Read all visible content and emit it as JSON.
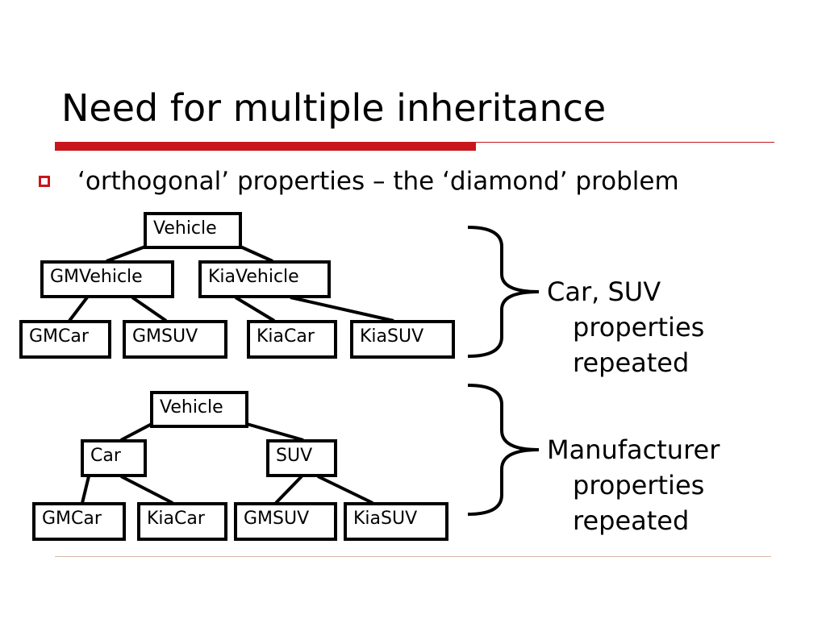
{
  "slide": {
    "title": "Need for multiple inheritance",
    "bullet": "‘orthogonal’ properties – the ‘diamond’ problem"
  },
  "colors": {
    "accent": "#c8161c",
    "bottom_rule": "#d8b8a8"
  },
  "tree1": {
    "root": "Vehicle",
    "level2": [
      "GMVehicle",
      "KiaVehicle"
    ],
    "leaves": [
      "GMCar",
      "GMSUV",
      "KiaCar",
      "KiaSUV"
    ]
  },
  "tree2": {
    "root": "Vehicle",
    "level2": [
      "Car",
      "SUV"
    ],
    "leaves": [
      "GMCar",
      "KiaCar",
      "GMSUV",
      "KiaSUV"
    ]
  },
  "notes": {
    "note1": {
      "line1": "Car, SUV",
      "line2": "properties",
      "line3": "repeated"
    },
    "note2": {
      "line1": "Manufacturer",
      "line2": "properties",
      "line3": "repeated"
    }
  }
}
